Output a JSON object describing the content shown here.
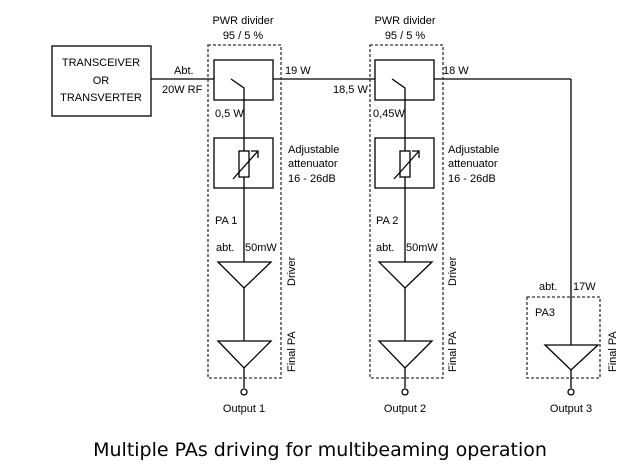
{
  "source_box": {
    "line1": "TRANSCEIVER",
    "line2": "OR",
    "line3": "TRANSVERTER"
  },
  "input": {
    "abt": "Abt.",
    "power": "20W RF"
  },
  "dividers": [
    {
      "title": "PWR divider",
      "ratio": "95 / 5 %",
      "through_out": "19 W",
      "tap_out": "0,5 W",
      "through_in": ""
    },
    {
      "title": "PWR divider",
      "ratio": "95 / 5 %",
      "through_out": "18 W",
      "tap_out": "0,45W",
      "through_in": "18,5 W"
    }
  ],
  "attenuators": [
    {
      "line1": "Adjustable",
      "line2": "attenuator",
      "line3": "16 - 26dB"
    },
    {
      "line1": "Adjustable",
      "line2": "attenuator",
      "line3": "16 - 26dB"
    }
  ],
  "pas": [
    {
      "name": "PA 1",
      "drive_abt": "abt.",
      "drive_power": "50mW",
      "driver_label": "Driver",
      "final_label": "Final PA",
      "output": "Output 1"
    },
    {
      "name": "PA 2",
      "drive_abt": "abt.",
      "drive_power": "50mW",
      "driver_label": "Driver",
      "final_label": "Final PA",
      "output": "Output 2"
    },
    {
      "name": "PA3",
      "drive_abt": "abt.",
      "drive_power": "17W",
      "final_label": "Final PA",
      "output": "Output 3"
    }
  ],
  "caption": "Multiple PAs driving for multibeaming operation"
}
